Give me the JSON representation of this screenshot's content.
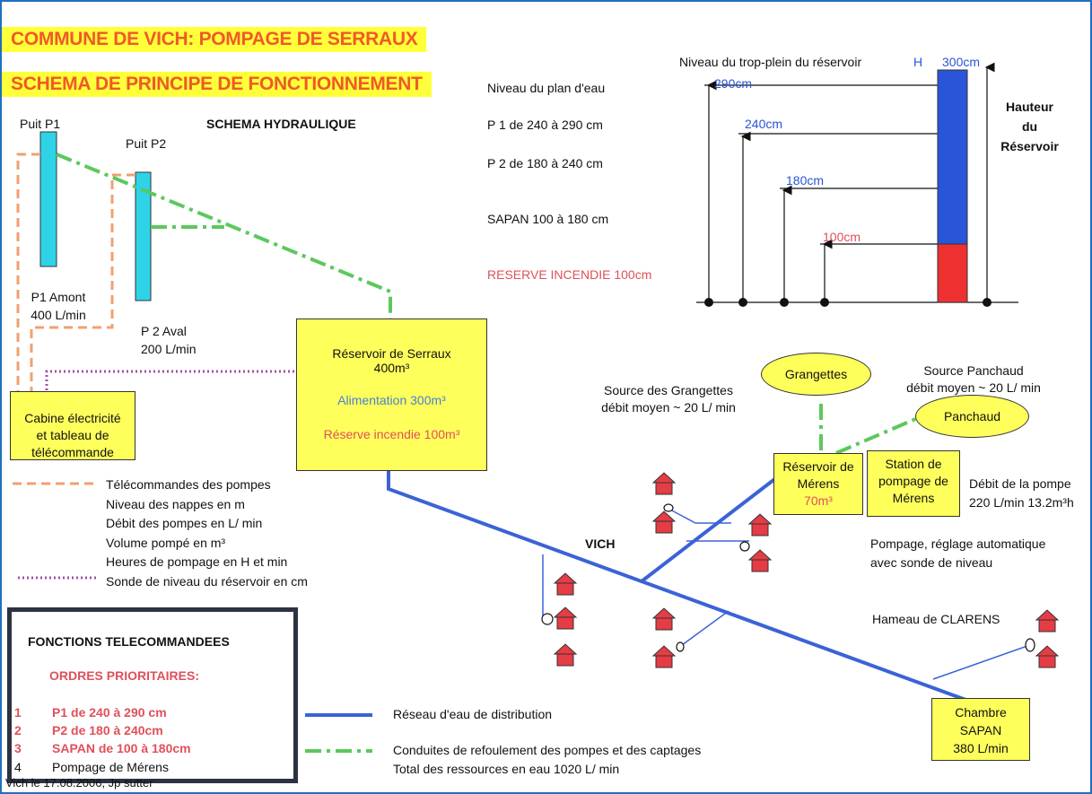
{
  "titles": {
    "line1": "COMMUNE DE VICH:  POMPAGE DE SERRAUX",
    "line2": "SCHEMA DE PRINCIPE DE FONCTIONNEMENT"
  },
  "hydraulic": {
    "heading": "SCHEMA HYDRAULIQUE",
    "well1": "Puit P1",
    "well2": "Puit P2",
    "p1_amont": "P1 Amont",
    "p1_flow": "400 L/min",
    "p2_aval": "P 2 Aval",
    "p2_flow": "200 L/min",
    "cabin": [
      "Cabine électricité",
      "et tableau de",
      "télécommande"
    ]
  },
  "reservoir": {
    "name": "Réservoir de Serraux",
    "volume": "400m³",
    "alimentation": "Alimentation  300m³",
    "reserve": "Réserve incendie  100m³"
  },
  "levels": {
    "overflow_label": "Niveau du trop-plein du réservoir",
    "h": "H",
    "h_value": "300cm",
    "plan_eau": "Niveau du plan d'eau",
    "p1": "P 1 de 240 à 290  cm",
    "p2": "P 2 de 180 à 240  cm",
    "sapan": "SAPAN 100 à 180 cm",
    "reserve": "RESERVE INCENDIE 100cm",
    "mark290": "290cm",
    "mark240": "240cm",
    "mark180": "180cm",
    "mark100": "100cm",
    "hauteur": [
      "Hauteur",
      "du",
      "Réservoir"
    ]
  },
  "legend_lines": {
    "orange_items": [
      "Télécommandes des pompes",
      "Niveau des nappes en m",
      "Débit des pompes en L/ min",
      "Volume pompé en m³",
      "Heures de pompage en H et min"
    ],
    "purple_item": "Sonde de niveau du réservoir en cm"
  },
  "functions": {
    "title": "FONCTIONS   TELECOMMANDEES",
    "subtitle": "ORDRES PRIORITAIRES:",
    "items": [
      {
        "n": "1",
        "text": "P1  de 240 à 290 cm"
      },
      {
        "n": "2",
        "text": "P2  de 180 à 240cm"
      },
      {
        "n": "3",
        "text": "SAPAN de 100 à 180cm"
      },
      {
        "n": "4",
        "text": "Pompage de Mérens"
      }
    ]
  },
  "network": {
    "vich": "VICH",
    "grangettes": "Grangettes",
    "panchaud": "Panchaud",
    "source_grangettes": [
      "Source des Grangettes",
      "débit moyen ~ 20 L/ min"
    ],
    "source_panchaud": [
      "Source Panchaud",
      "débit moyen ~ 20 L/ min"
    ],
    "reservoir_merens": [
      "Réservoir de",
      "Mérens",
      "70m³"
    ],
    "station_merens": [
      "Station de",
      "pompage de",
      "Mérens"
    ],
    "debit_pompe": [
      "Débit de la pompe",
      "220 L/min 13.2m³h"
    ],
    "pompage_auto": [
      "Pompage, réglage automatique",
      "avec sonde de niveau"
    ],
    "clarens": "Hameau de CLARENS",
    "chambre": [
      "Chambre",
      "SAPAN",
      "380 L/min"
    ]
  },
  "bottom_legend": {
    "distribution": "Réseau d'eau de distribution",
    "refoulement": "Conduites de refoulement des pompes et des captages",
    "total": "Total des ressources en eau   1020 L/ min"
  },
  "footer": "Vich le 17.08.2006, Jp sutter",
  "colors": {
    "title_bg": "#ffff3a",
    "title_text": "#ef5a28",
    "box_yellow": "#ffff5c",
    "well_cyan": "#2fd3e8",
    "network_blue": "#3b63d6",
    "green_dash": "#5cc85c",
    "orange_dash": "#f0a070",
    "purple_dots": "#a050a8",
    "reservoir_blue": "#2a55d8",
    "reservoir_red": "#ee3030"
  }
}
